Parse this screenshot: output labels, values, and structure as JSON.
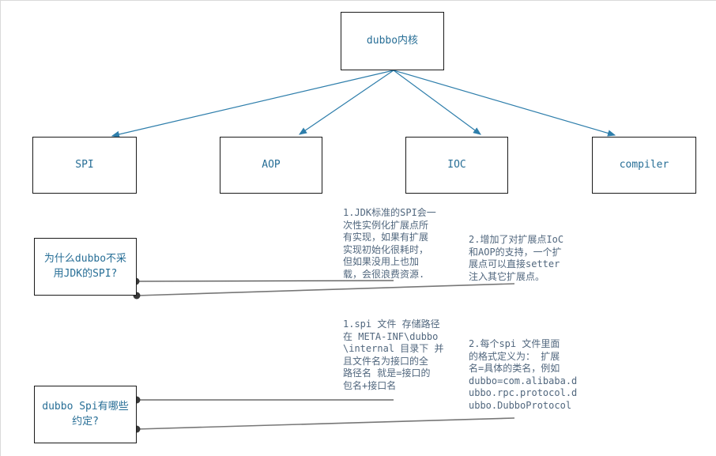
{
  "diagram": {
    "title_hint": "dubbo SPI mind-map",
    "nodes": {
      "core": {
        "label": "dubbo内核"
      },
      "spi": {
        "label": "SPI"
      },
      "aop": {
        "label": "AOP"
      },
      "ioc": {
        "label": "IOC"
      },
      "compiler": {
        "label": "compiler"
      },
      "q_why": {
        "label": "为什么dubbo不采\n用JDK的SPI?"
      },
      "q_convention": {
        "label": "dubbo Spi有哪些\n约定?"
      }
    },
    "notes": {
      "jdk_spi_1": "1.JDK标准的SPI会一\n次性实例化扩展点所\n有实现，如果有扩展\n实现初始化很耗时，\n但如果没用上也加\n载，会很浪费资源.",
      "jdk_spi_2": "2.增加了对扩展点IoC\n和AOP的支持，一个扩\n展点可以直接setter\n注入其它扩展点。",
      "spi_file_1": "1.spi 文件 存储路径\n在 META-INF\\dubbo\n\\internal 目录下 并\n且文件名为接口的全\n路径名 就是=接口的\n包名+接口名",
      "spi_file_2": "2.每个spi 文件里面\n的格式定义为： 扩展\n名=具体的类名，例如\ndubbo=com.alibaba.d\nubbo.rpc.protocol.d\nubbo.DubboProtocol"
    },
    "colors": {
      "node_text": "#276e96",
      "note_text": "#51677e",
      "arrow": "#2e7eab",
      "connector": "#666666",
      "dot": "#383838",
      "node_border": "#1a1a1a",
      "page_border": "#d9d9d9"
    }
  }
}
